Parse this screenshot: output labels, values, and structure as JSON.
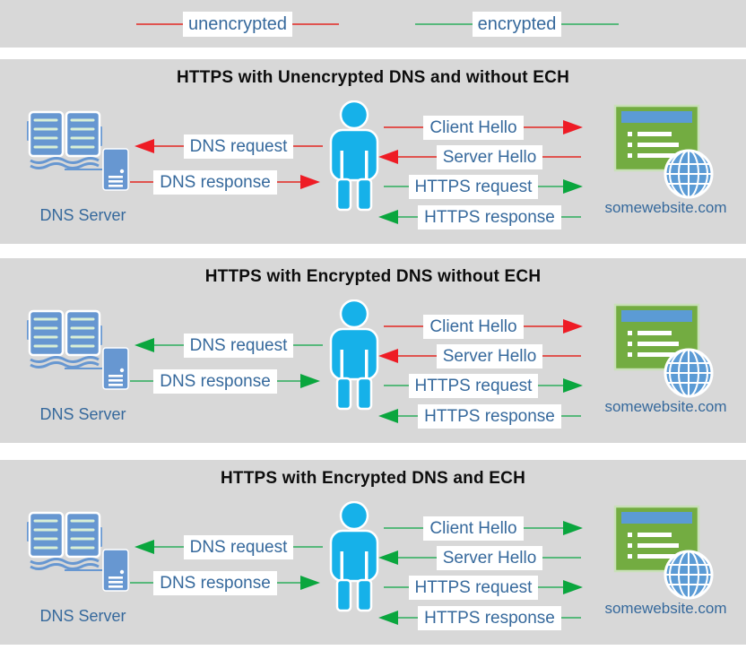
{
  "legend": {
    "unencrypted": {
      "label": "unencrypted",
      "color": "#e0534f"
    },
    "encrypted": {
      "label": "encrypted",
      "color": "#57b87b"
    }
  },
  "colors": {
    "unencrypted_line": "#e0534f",
    "unencrypted_head": "#ee1c25",
    "encrypted_line": "#57b87b",
    "encrypted_head": "#0aa63e",
    "panel_background": "#d8d8d8",
    "label_text": "#36699c",
    "person_blue": "#16b1e9",
    "dns_blue": "#6797d1",
    "website_green": "#73ac41",
    "website_titlebar_blue": "#5b9bd5"
  },
  "panels": [
    {
      "title": "HTTPS with Unencrypted DNS and without ECH",
      "dns_server_label": "DNS Server",
      "website_label": "somewebsite.com",
      "arrows": {
        "dns_request": {
          "label": "DNS request",
          "direction": "left",
          "encrypted": false,
          "line_color": "#e0534f",
          "head_color": "#ee1c25"
        },
        "dns_response": {
          "label": "DNS response",
          "direction": "right",
          "encrypted": false,
          "line_color": "#e0534f",
          "head_color": "#ee1c25"
        },
        "client_hello": {
          "label": "Client Hello",
          "direction": "right",
          "encrypted": false,
          "line_color": "#e0534f",
          "head_color": "#ee1c25"
        },
        "server_hello": {
          "label": "Server Hello",
          "direction": "left",
          "encrypted": false,
          "line_color": "#e0534f",
          "head_color": "#ee1c25"
        },
        "https_request": {
          "label": "HTTPS request",
          "direction": "right",
          "encrypted": true,
          "line_color": "#57b87b",
          "head_color": "#0aa63e"
        },
        "https_response": {
          "label": "HTTPS response",
          "direction": "left",
          "encrypted": true,
          "line_color": "#57b87b",
          "head_color": "#0aa63e"
        }
      }
    },
    {
      "title": "HTTPS with Encrypted DNS without ECH",
      "dns_server_label": "DNS Server",
      "website_label": "somewebsite.com",
      "arrows": {
        "dns_request": {
          "label": "DNS request",
          "direction": "left",
          "encrypted": true,
          "line_color": "#57b87b",
          "head_color": "#0aa63e"
        },
        "dns_response": {
          "label": "DNS response",
          "direction": "right",
          "encrypted": true,
          "line_color": "#57b87b",
          "head_color": "#0aa63e"
        },
        "client_hello": {
          "label": "Client Hello",
          "direction": "right",
          "encrypted": false,
          "line_color": "#e0534f",
          "head_color": "#ee1c25"
        },
        "server_hello": {
          "label": "Server Hello",
          "direction": "left",
          "encrypted": false,
          "line_color": "#e0534f",
          "head_color": "#ee1c25"
        },
        "https_request": {
          "label": "HTTPS request",
          "direction": "right",
          "encrypted": true,
          "line_color": "#57b87b",
          "head_color": "#0aa63e"
        },
        "https_response": {
          "label": "HTTPS response",
          "direction": "left",
          "encrypted": true,
          "line_color": "#57b87b",
          "head_color": "#0aa63e"
        }
      }
    },
    {
      "title": "HTTPS with Encrypted DNS and ECH",
      "dns_server_label": "DNS Server",
      "website_label": "somewebsite.com",
      "arrows": {
        "dns_request": {
          "label": "DNS request",
          "direction": "left",
          "encrypted": true,
          "line_color": "#57b87b",
          "head_color": "#0aa63e"
        },
        "dns_response": {
          "label": "DNS response",
          "direction": "right",
          "encrypted": true,
          "line_color": "#57b87b",
          "head_color": "#0aa63e"
        },
        "client_hello": {
          "label": "Client Hello",
          "direction": "right",
          "encrypted": true,
          "line_color": "#57b87b",
          "head_color": "#0aa63e"
        },
        "server_hello": {
          "label": "Server Hello",
          "direction": "left",
          "encrypted": true,
          "line_color": "#57b87b",
          "head_color": "#0aa63e"
        },
        "https_request": {
          "label": "HTTPS request",
          "direction": "right",
          "encrypted": true,
          "line_color": "#57b87b",
          "head_color": "#0aa63e"
        },
        "https_response": {
          "label": "HTTPS response",
          "direction": "left",
          "encrypted": true,
          "line_color": "#57b87b",
          "head_color": "#0aa63e"
        }
      }
    }
  ]
}
